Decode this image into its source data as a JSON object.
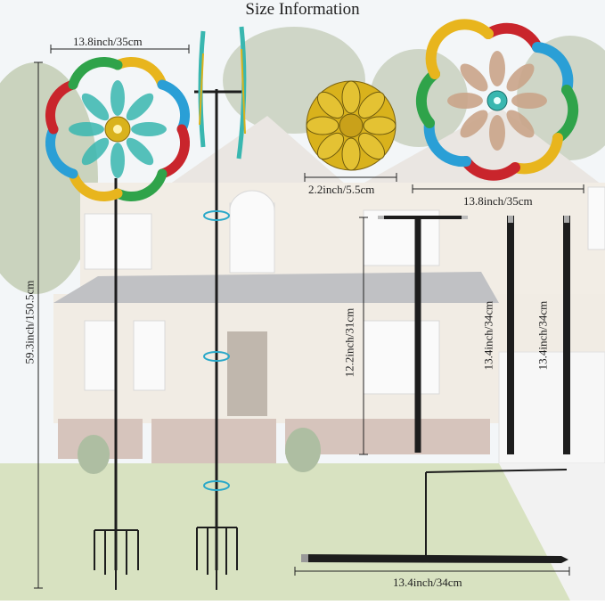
{
  "title": "Size Information",
  "dimensions": {
    "spinner_width": "13.8inch/35cm",
    "total_height": "59.3inch/150.5cm",
    "center_disc": "2.2inch/5.5cm",
    "spinner_width_right": "13.8inch/35cm",
    "t_bar_height": "12.2inch/31cm",
    "pole_a": "13.4inch/34cm",
    "pole_b": "13.4inch/34cm",
    "stake_length": "13.4inch/34cm"
  },
  "colors": {
    "sky": "#eef3f6",
    "house_wall": "#ece4d8",
    "roof": "#8c8f94",
    "lawn": "#b9cc8f",
    "pole": "#1d1d1d",
    "gold": "#d9b21c",
    "teal": "#39b7b0"
  }
}
